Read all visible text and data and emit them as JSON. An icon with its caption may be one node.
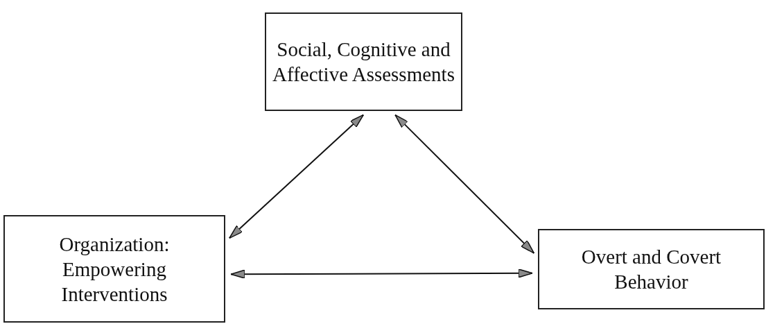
{
  "diagram": {
    "nodes": [
      {
        "text": [
          "Social, Cognitive and Affective Assessments"
        ]
      },
      {
        "text": [
          "Organization: Empowering Interventions"
        ]
      },
      {
        "text": [
          "Overt and Covert Behavior"
        ]
      }
    ],
    "edges": [
      {
        "from": 0,
        "to": 1,
        "arrow": "both"
      },
      {
        "from": 0,
        "to": 2,
        "arrow": "both"
      },
      {
        "from": 1,
        "to": 2,
        "arrow": "both"
      }
    ]
  }
}
